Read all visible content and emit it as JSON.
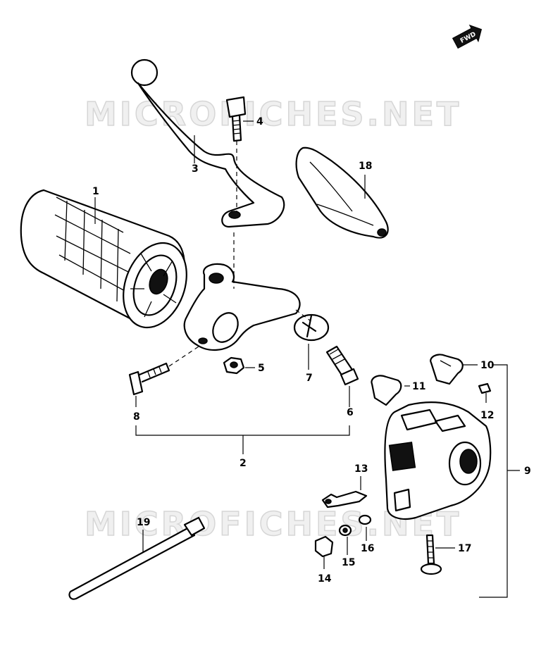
{
  "watermark": "MICROFICHES.NET",
  "fwd_label": "FWD",
  "parts": [
    {
      "id": "p1",
      "label": "1"
    },
    {
      "id": "p2",
      "label": "2"
    },
    {
      "id": "p3",
      "label": "3"
    },
    {
      "id": "p4",
      "label": "4"
    },
    {
      "id": "p5",
      "label": "5"
    },
    {
      "id": "p6",
      "label": "6"
    },
    {
      "id": "p7",
      "label": "7"
    },
    {
      "id": "p8",
      "label": "8"
    },
    {
      "id": "p9",
      "label": "9"
    },
    {
      "id": "p10",
      "label": "10"
    },
    {
      "id": "p11",
      "label": "11"
    },
    {
      "id": "p12",
      "label": "12"
    },
    {
      "id": "p13",
      "label": "13"
    },
    {
      "id": "p14",
      "label": "14"
    },
    {
      "id": "p15",
      "label": "15"
    },
    {
      "id": "p16",
      "label": "16"
    },
    {
      "id": "p17",
      "label": "17"
    },
    {
      "id": "p18",
      "label": "18"
    },
    {
      "id": "p19",
      "label": "19"
    }
  ]
}
